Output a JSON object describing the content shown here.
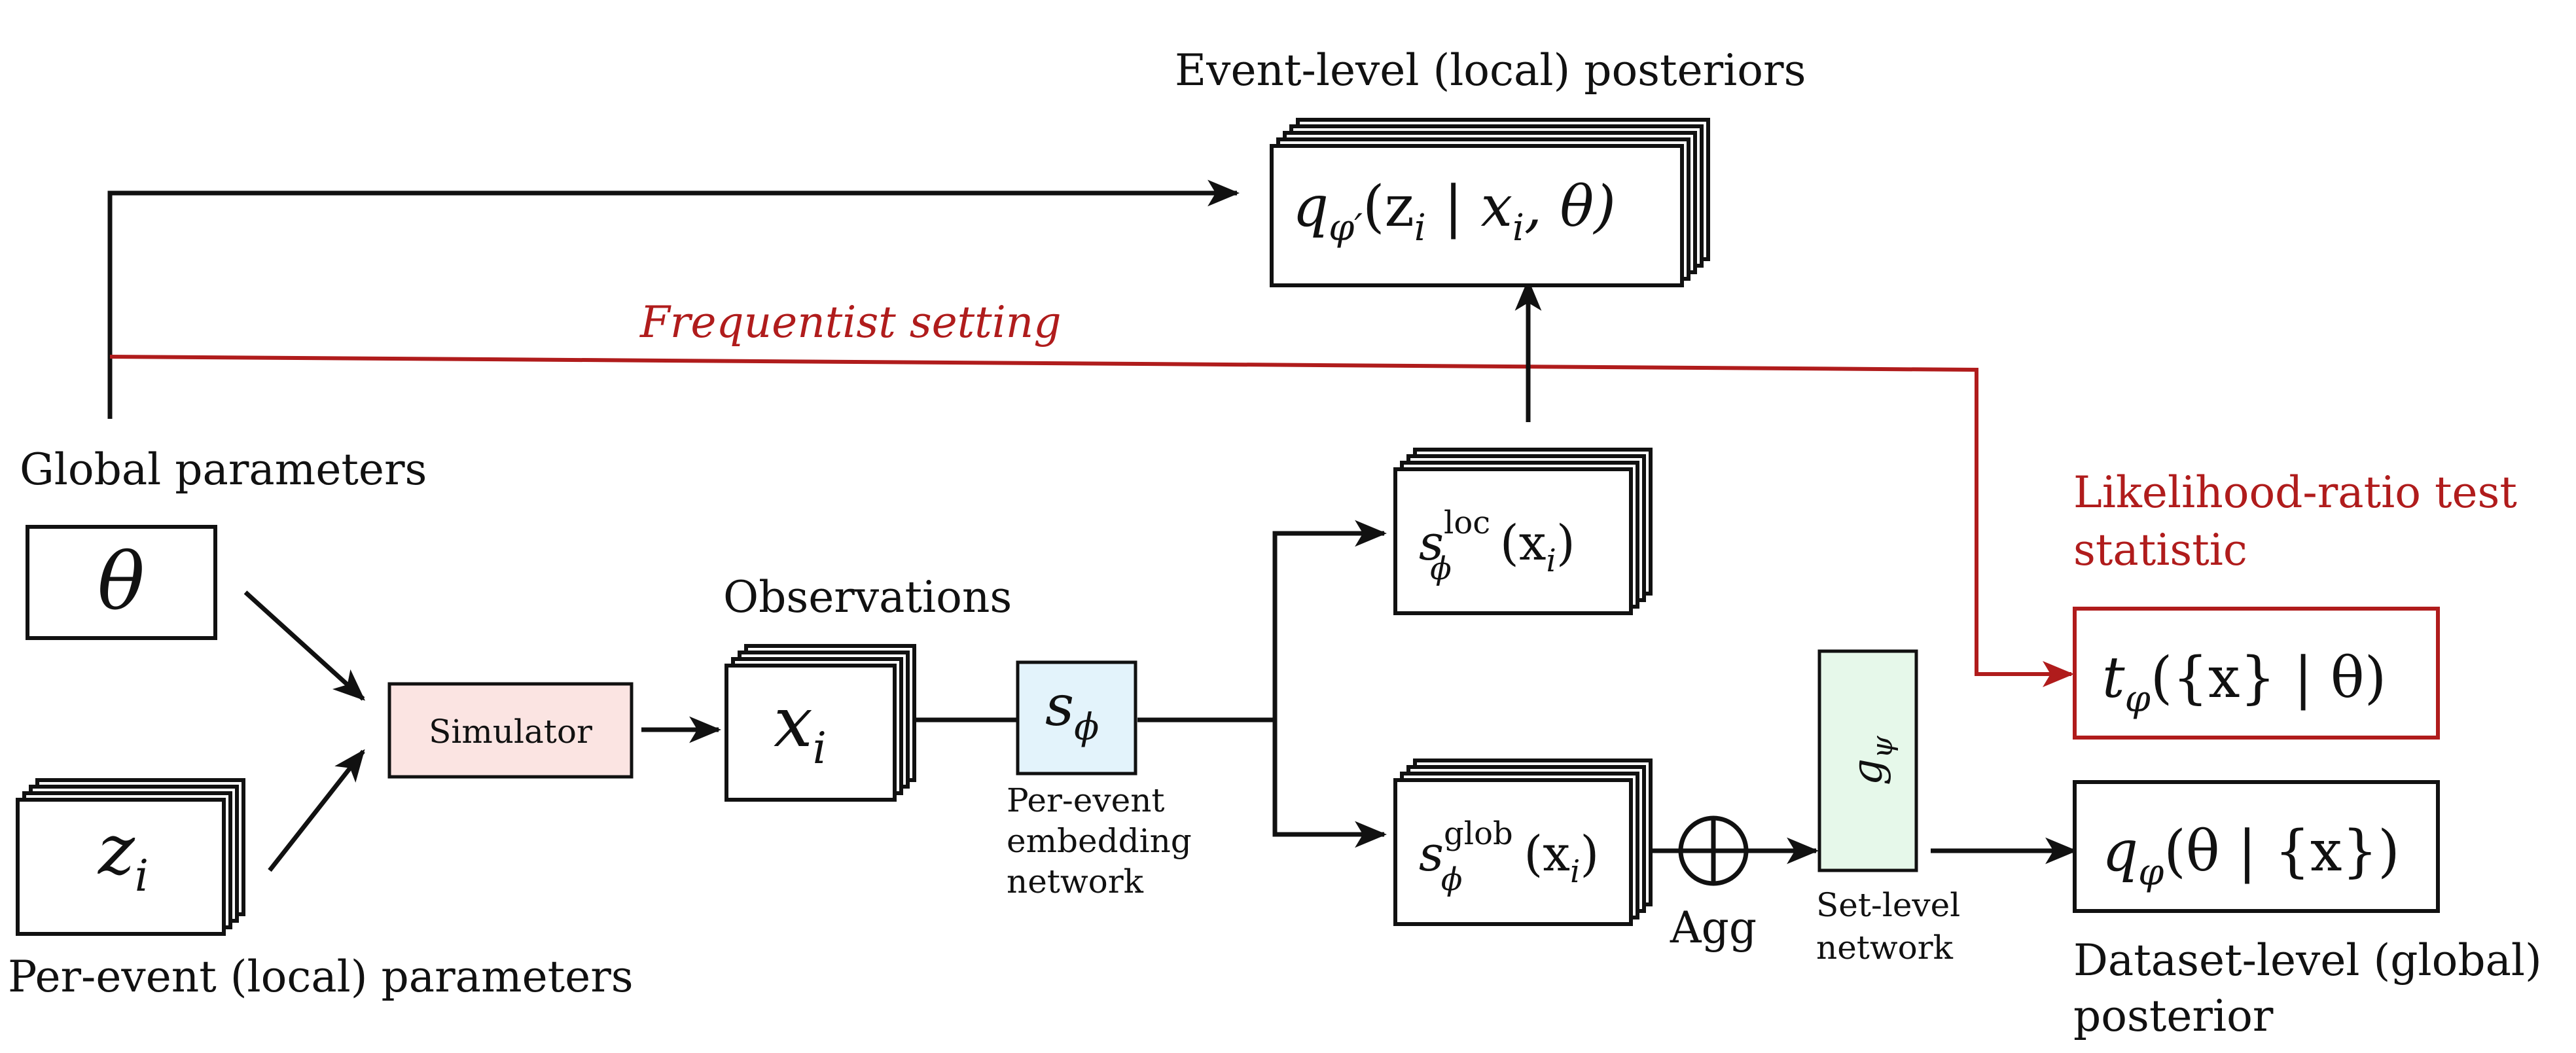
{
  "labels": {
    "event_level": "Event-level (local) posteriors",
    "frequentist": "Frequentist setting",
    "global_params": "Global parameters",
    "local_params": "Per-event (local) parameters",
    "observations": "Observations",
    "simulator": "Simulator",
    "per_event_net": [
      "Per-event",
      "embedding",
      "network"
    ],
    "agg": "Agg",
    "set_level_net": [
      "Set-level",
      "network"
    ],
    "lr_test": [
      "Likelihood-ratio test",
      "statistic"
    ],
    "dataset_level": [
      "Dataset-level (global)",
      "posterior"
    ]
  },
  "math": {
    "theta": "θ",
    "z_i": "z",
    "z_sub": "i",
    "x_i": "x",
    "x_sub": "i",
    "s_phi": "s",
    "s_phi_sub": "ϕ",
    "g_psi": "g",
    "g_psi_sub": "ψ",
    "local_post": {
      "q": "q",
      "sub": "φ′",
      "args": "(z",
      "args_sub": "i",
      "rest": " | x",
      "rest_sub": "i",
      "tail": ", θ)"
    },
    "s_loc": {
      "s": "s",
      "sup": "loc",
      "sub": "ϕ",
      "args": "(x",
      "args_sub": "i",
      "tail": ")"
    },
    "s_glob": {
      "s": "s",
      "sup": "glob",
      "sub": "ϕ",
      "args": "(x",
      "args_sub": "i",
      "tail": ")"
    },
    "t_stat": {
      "t": "t",
      "sub": "φ",
      "args": "({x} | θ)"
    },
    "global_post": {
      "q": "q",
      "sub": "φ",
      "args": "(θ | {x})"
    }
  },
  "colors": {
    "line": "#111111",
    "frequentist_red": "#b01c1c",
    "simulator_fill": "#fbe4e2",
    "s_phi_fill": "#e3f3fb",
    "g_psi_fill": "#e6f8ea"
  }
}
